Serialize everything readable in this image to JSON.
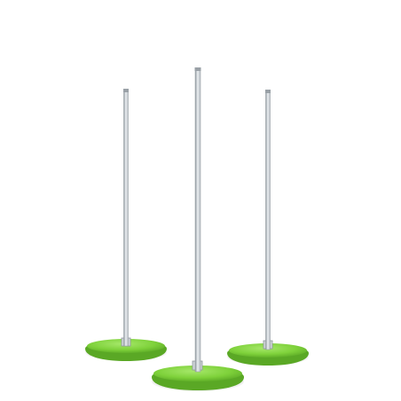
{
  "image": {
    "subject": "three-poles-with-round-green-bases",
    "background_color": "#ffffff",
    "pole_color": "#b8bec4",
    "pole_highlight_color": "#e9edf0",
    "pole_shadow_color": "#8f979e",
    "base_color": "#7ed13a",
    "base_highlight_color": "#a6e86a",
    "base_shadow_color": "#5aa825"
  },
  "items": [
    {
      "name": "left-pole-stand"
    },
    {
      "name": "center-pole-stand"
    },
    {
      "name": "right-pole-stand"
    }
  ]
}
